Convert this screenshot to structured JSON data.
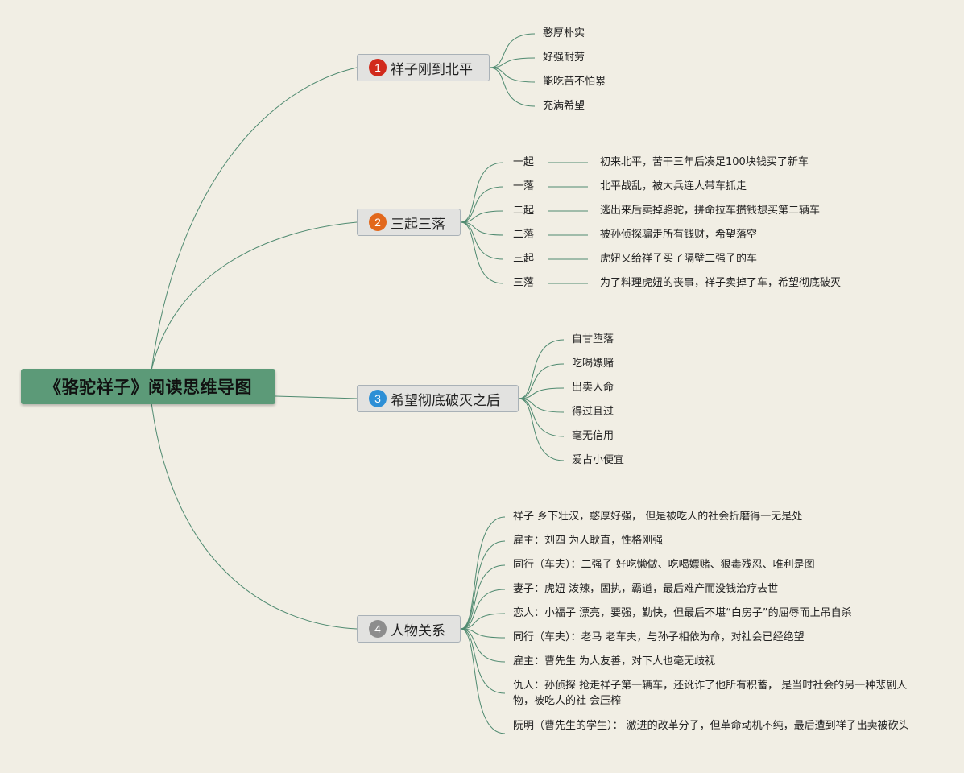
{
  "title": "《骆驼祥子》阅读思维导图",
  "colors": {
    "root": "#5c9a78",
    "line": "#4f8a70",
    "b1": "#d12a1c",
    "b2": "#e2681c",
    "b3": "#2d8fd6",
    "b4": "#8d8d8d"
  },
  "branches": [
    {
      "num": "1",
      "label": "祥子刚到北平",
      "items": [
        "憨厚朴实",
        "好强耐劳",
        "能吃苦不怕累",
        "充满希望"
      ]
    },
    {
      "num": "2",
      "label": "三起三落",
      "items": [
        {
          "k": "一起",
          "v": "初来北平，苦干三年后凑足100块钱买了新车"
        },
        {
          "k": "一落",
          "v": "北平战乱，被大兵连人带车抓走"
        },
        {
          "k": "二起",
          "v": "逃出来后卖掉骆驼，拼命拉车攒钱想买第二辆车"
        },
        {
          "k": "二落",
          "v": "被孙侦探骗走所有钱财，希望落空"
        },
        {
          "k": "三起",
          "v": "虎妞又给祥子买了隔壁二强子的车"
        },
        {
          "k": "三落",
          "v": "为了料理虎妞的丧事，祥子卖掉了车，希望彻底破灭"
        }
      ]
    },
    {
      "num": "3",
      "label": "希望彻底破灭之后",
      "items": [
        "自甘堕落",
        "吃喝嫖赌",
        "出卖人命",
        "得过且过",
        "毫无信用",
        "爱占小便宜"
      ]
    },
    {
      "num": "4",
      "label": "人物关系",
      "items": [
        "祥子 乡下壮汉，憨厚好强， 但是被吃人的社会折磨得一无是处",
        "雇主：刘四 为人耿直，性格刚强",
        "同行（车夫）：二强子 好吃懒做、吃喝嫖赌、狠毒残忍、唯利是图",
        "妻子：虎妞 泼辣，固执，霸道，最后难产而没钱治疗去世",
        "恋人：小福子 漂亮，要强，勤快，但最后不堪“白房子”的屈辱而上吊自杀",
        "同行（车夫）：老马 老车夫，与孙子相依为命，对社会已经绝望",
        "雇主：曹先生 为人友善，对下人也毫无歧视",
        "仇人：孙侦探 抢走祥子第一辆车，还讹诈了他所有积蓄， 是当时社会的另一种悲剧人物，被吃人的社 会压榨",
        "阮明（曹先生的学生）： 激进的改革分子，但革命动机不纯，最后遭到祥子出卖被砍头"
      ]
    }
  ]
}
